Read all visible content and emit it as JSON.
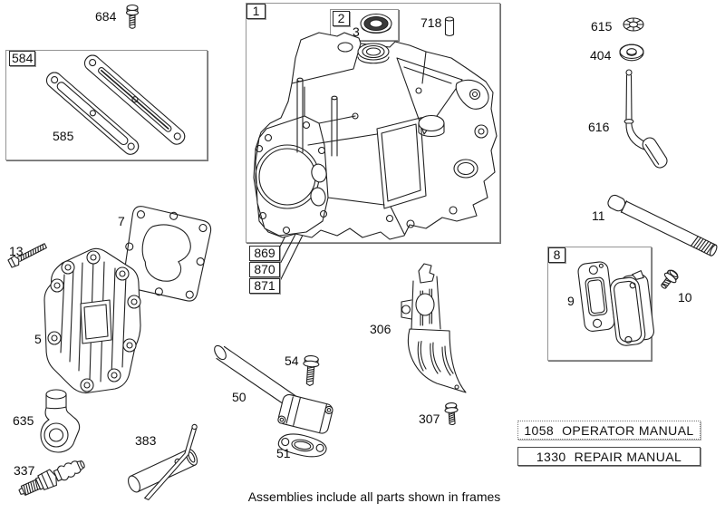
{
  "page": {
    "caption": "Assemblies include all parts shown in frames",
    "ink_color": "#202020",
    "background_color": "#ffffff"
  },
  "part_labels": {
    "n1": "1",
    "n2": "2",
    "n3": "3",
    "n5": "5",
    "n7": "7",
    "n8": "8",
    "n9": "9",
    "n10": "10",
    "n11": "11",
    "n13": "13",
    "n50": "50",
    "n51": "51",
    "n54": "54",
    "n306": "306",
    "n307": "307",
    "n337": "337",
    "n383": "383",
    "n404": "404",
    "n584": "584",
    "n585": "585",
    "n615": "615",
    "n616": "616",
    "n635": "635",
    "n684": "684",
    "n718": "718",
    "n869": "869",
    "n870": "870",
    "n871": "871"
  },
  "manuals": {
    "operator": {
      "number": "1058",
      "label": "OPERATOR MANUAL"
    },
    "repair": {
      "number": "1330",
      "label": "REPAIR MANUAL"
    }
  }
}
